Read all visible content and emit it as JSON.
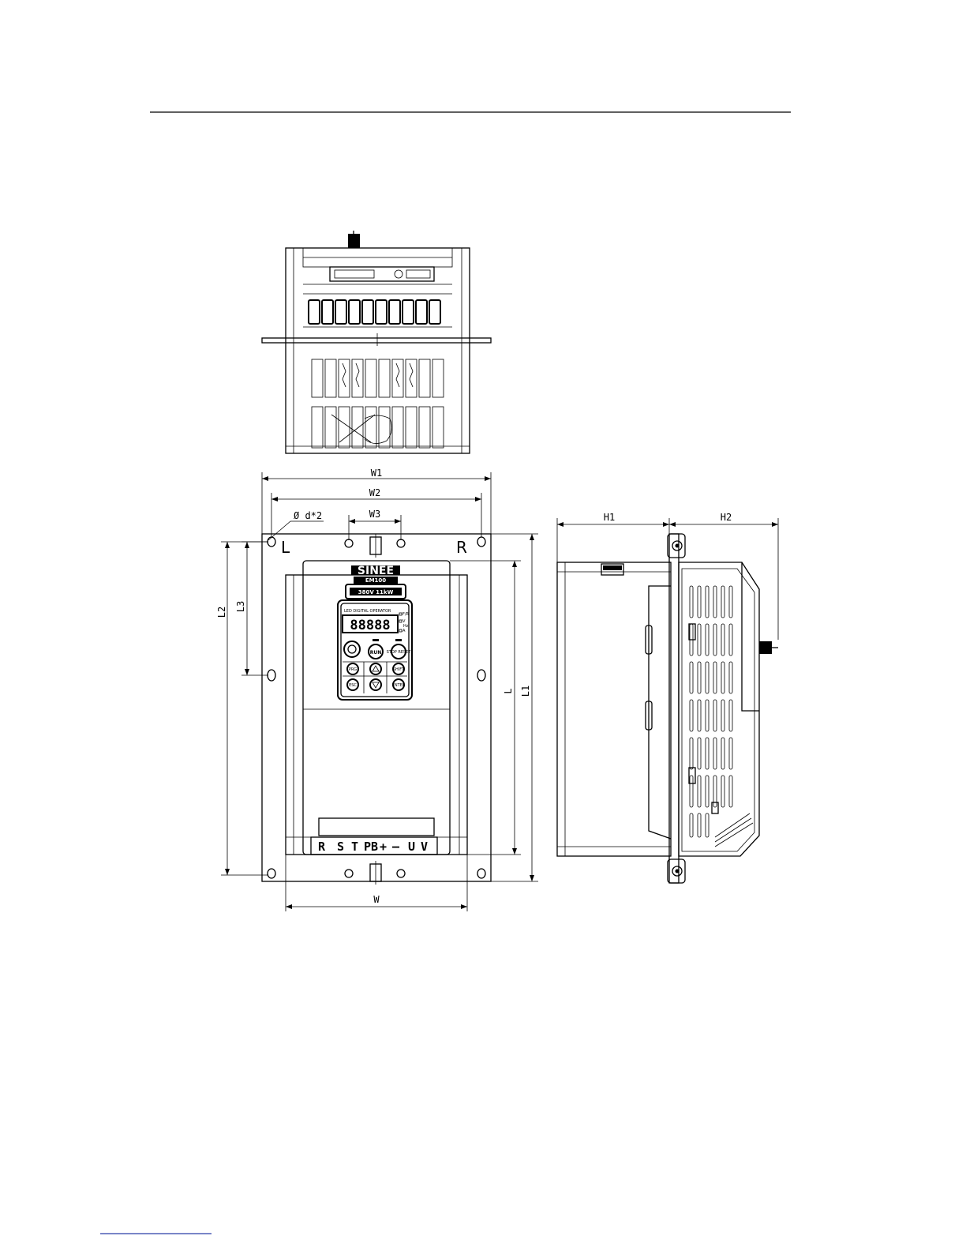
{
  "dimensions": {
    "w1": "W1",
    "w2": "W2",
    "w3": "W3",
    "d": "Ø d*2",
    "h1": "H1",
    "h2": "H2",
    "l": "L",
    "l1": "L1",
    "l2": "L2",
    "l3": "L3",
    "w": "W"
  },
  "bracket": {
    "left_mark": "L",
    "right_mark": "R"
  },
  "device": {
    "brand": "SINEE",
    "model": "EM100",
    "rating": "380V 11kW",
    "operator_title": "LED DIGITAL OPERATOR",
    "display": "88888",
    "indicators": [
      "F/R",
      "V",
      "Hz",
      "A"
    ],
    "keys": {
      "run": "RUN",
      "stop": "STOP RESET",
      "prg": "PRG",
      "shift": "SHIFT",
      "esc": "ESC",
      "enter": "ENTER"
    },
    "terminals": [
      "R",
      "S",
      "T",
      "PB",
      "+",
      "—",
      "U",
      "V"
    ]
  },
  "colors": {
    "ink": "#000000",
    "paper": "#ffffff"
  }
}
